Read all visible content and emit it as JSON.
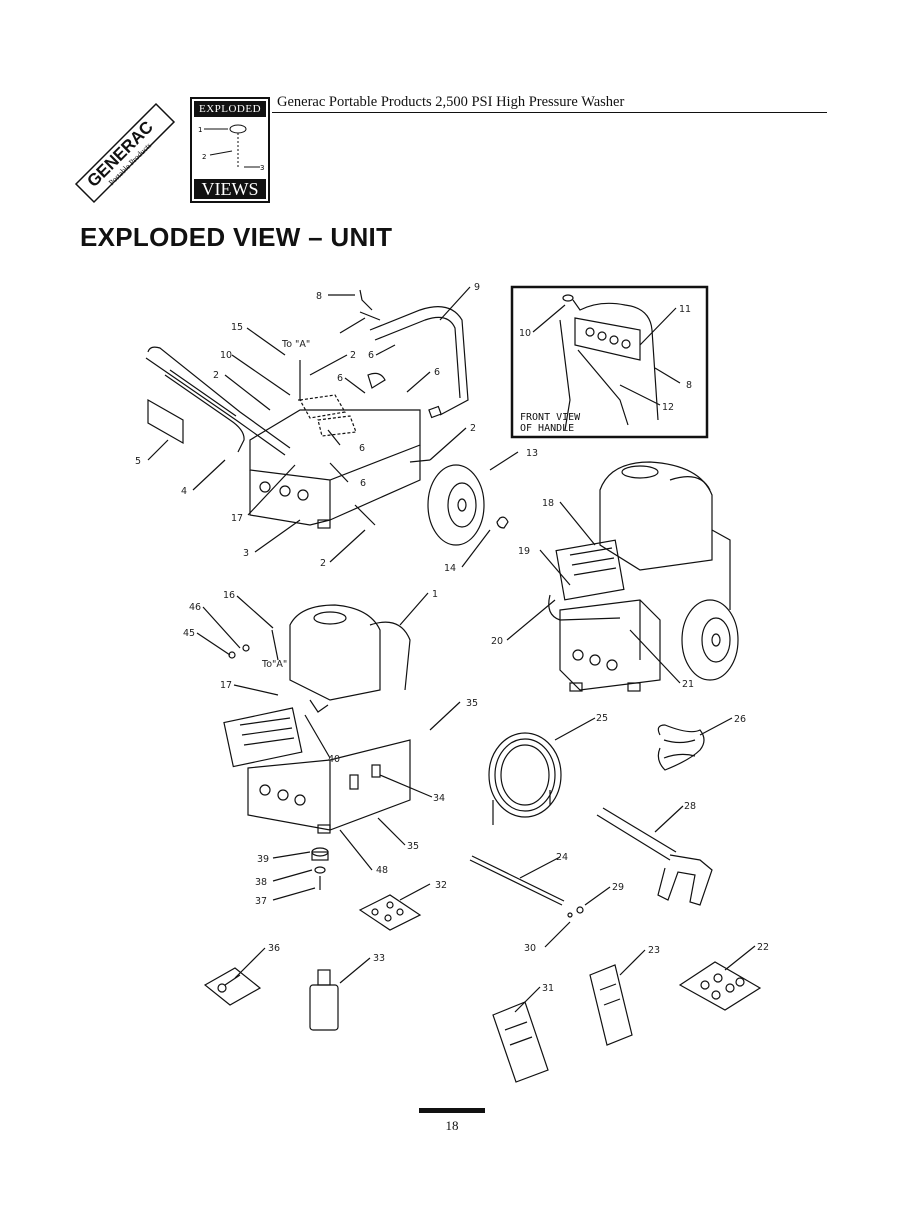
{
  "header": {
    "brand": "GENERAC",
    "brand_sub": "Portable Products",
    "views_top": "EXPLODED",
    "views_bottom": "VIEWS",
    "title": "Generac Portable Products 2,500 PSI High Pressure Washer"
  },
  "page_title": "EXPLODED VIEW – UNIT",
  "inset": {
    "caption_line1": "FRONT VIEW",
    "caption_line2": "OF HANDLE"
  },
  "callouts": [
    "1",
    "2",
    "3",
    "4",
    "5",
    "6",
    "8",
    "9",
    "10",
    "11",
    "12",
    "13",
    "14",
    "15",
    "16",
    "17",
    "18",
    "19",
    "20",
    "21",
    "22",
    "23",
    "24",
    "25",
    "26",
    "28",
    "29",
    "30",
    "31",
    "32",
    "33",
    "34",
    "35",
    "36",
    "37",
    "38",
    "39",
    "40",
    "45",
    "46",
    "48"
  ],
  "page_number": "18"
}
